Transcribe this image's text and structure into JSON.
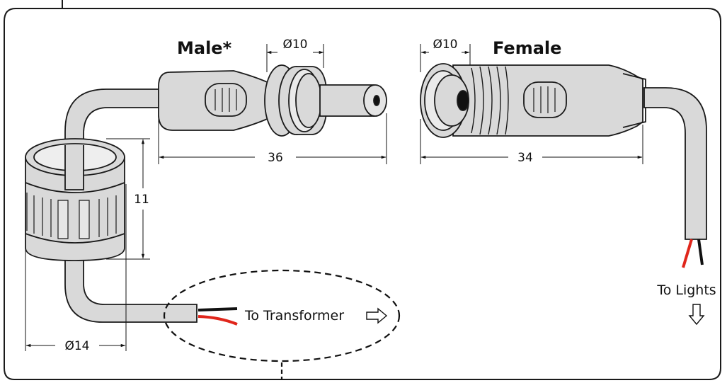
{
  "labels": {
    "male": "Male*",
    "female": "Female",
    "male_diameter": "Ø10",
    "female_diameter": "Ø10",
    "male_length": "36",
    "female_length": "34",
    "nut_height": "11",
    "nut_diameter": "Ø14",
    "to_transformer": "To Transformer",
    "to_lights": "To Lights"
  },
  "colors": {
    "body_fill": "#d9d9d9",
    "outline": "#1a1a1a",
    "wire_red": "#e0261b",
    "wire_black": "#111111",
    "frame": "#1a1a1a"
  }
}
